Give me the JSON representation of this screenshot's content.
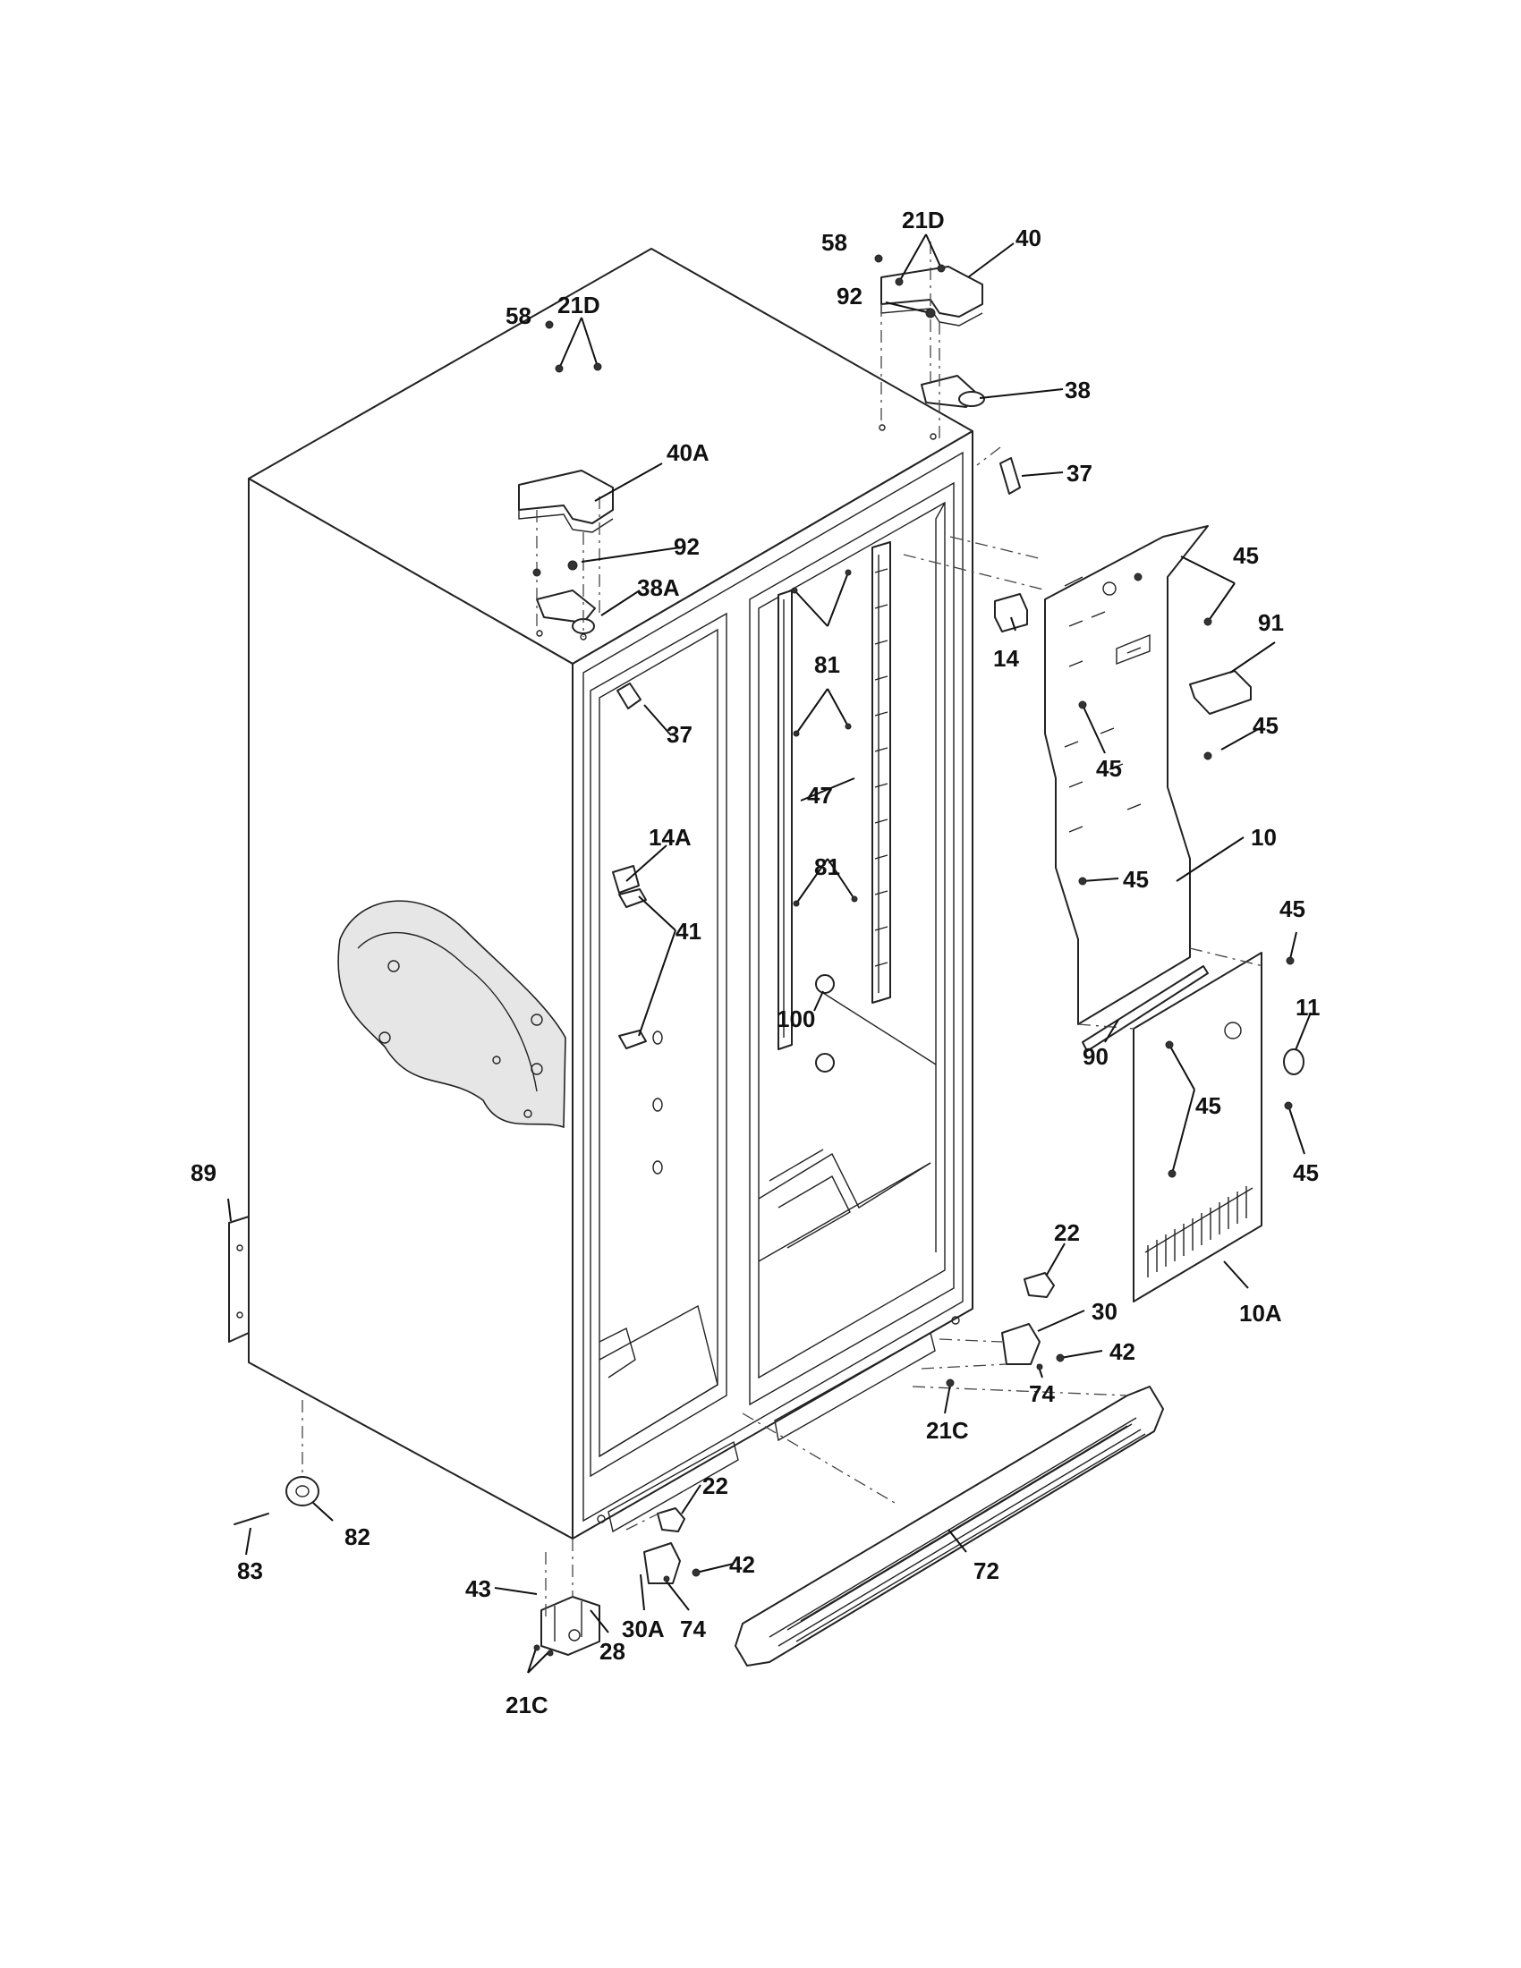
{
  "callouts": [
    {
      "id": "c-21D-top",
      "text": "21D"
    },
    {
      "id": "c-58-top",
      "text": "58"
    },
    {
      "id": "c-40",
      "text": "40"
    },
    {
      "id": "c-92-top",
      "text": "92"
    },
    {
      "id": "c-38",
      "text": "38"
    },
    {
      "id": "c-37-top",
      "text": "37"
    },
    {
      "id": "c-58-left",
      "text": "58"
    },
    {
      "id": "c-21D-left",
      "text": "21D"
    },
    {
      "id": "c-40A",
      "text": "40A"
    },
    {
      "id": "c-92-left",
      "text": "92"
    },
    {
      "id": "c-38A",
      "text": "38A"
    },
    {
      "id": "c-45-a",
      "text": "45"
    },
    {
      "id": "c-91",
      "text": "91"
    },
    {
      "id": "c-14",
      "text": "14"
    },
    {
      "id": "c-45-b",
      "text": "45"
    },
    {
      "id": "c-45-c",
      "text": "45"
    },
    {
      "id": "c-81-a",
      "text": "81"
    },
    {
      "id": "c-37-left",
      "text": "37"
    },
    {
      "id": "c-47",
      "text": "47"
    },
    {
      "id": "c-14A",
      "text": "14A"
    },
    {
      "id": "c-10",
      "text": "10"
    },
    {
      "id": "c-45-d",
      "text": "45"
    },
    {
      "id": "c-81-b",
      "text": "81"
    },
    {
      "id": "c-41",
      "text": "41"
    },
    {
      "id": "c-45-e",
      "text": "45"
    },
    {
      "id": "c-11",
      "text": "11"
    },
    {
      "id": "c-100",
      "text": "100"
    },
    {
      "id": "c-90",
      "text": "90"
    },
    {
      "id": "c-45-f",
      "text": "45"
    },
    {
      "id": "c-45-g",
      "text": "45"
    },
    {
      "id": "c-89",
      "text": "89"
    },
    {
      "id": "c-22-right",
      "text": "22"
    },
    {
      "id": "c-30",
      "text": "30"
    },
    {
      "id": "c-10A",
      "text": "10A"
    },
    {
      "id": "c-42-right",
      "text": "42"
    },
    {
      "id": "c-74-right",
      "text": "74"
    },
    {
      "id": "c-21C-mid",
      "text": "21C"
    },
    {
      "id": "c-22-left",
      "text": "22"
    },
    {
      "id": "c-82",
      "text": "82"
    },
    {
      "id": "c-42-left",
      "text": "42"
    },
    {
      "id": "c-72",
      "text": "72"
    },
    {
      "id": "c-83",
      "text": "83"
    },
    {
      "id": "c-43",
      "text": "43"
    },
    {
      "id": "c-30A",
      "text": "30A"
    },
    {
      "id": "c-74-left",
      "text": "74"
    },
    {
      "id": "c-28",
      "text": "28"
    },
    {
      "id": "c-21C-bottom",
      "text": "21C"
    }
  ]
}
